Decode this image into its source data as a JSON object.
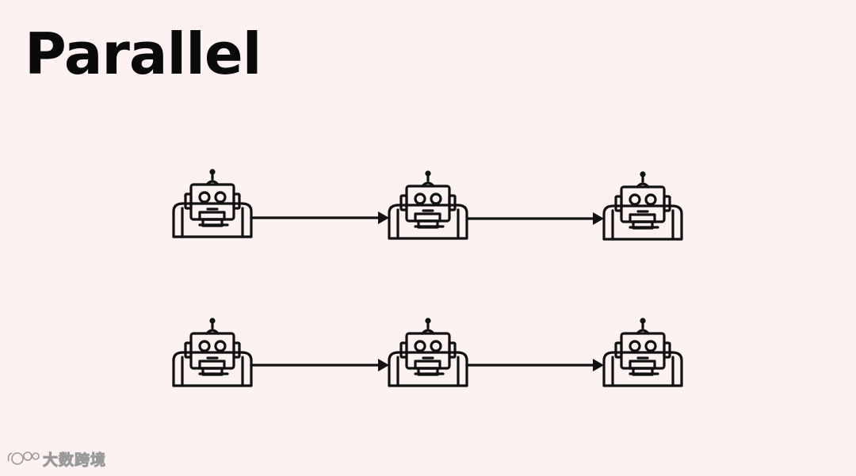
{
  "title": "Parallel",
  "diagram": {
    "rows": [
      {
        "agents": [
          "robot",
          "robot",
          "robot"
        ],
        "flow": "left-to-right"
      },
      {
        "agents": [
          "robot",
          "robot",
          "robot"
        ],
        "flow": "left-to-right"
      }
    ],
    "icon": "robot-icon",
    "stroke_color": "#111111"
  },
  "watermark": {
    "text": "大数跨境",
    "logo": "watermark-logo-icon"
  }
}
